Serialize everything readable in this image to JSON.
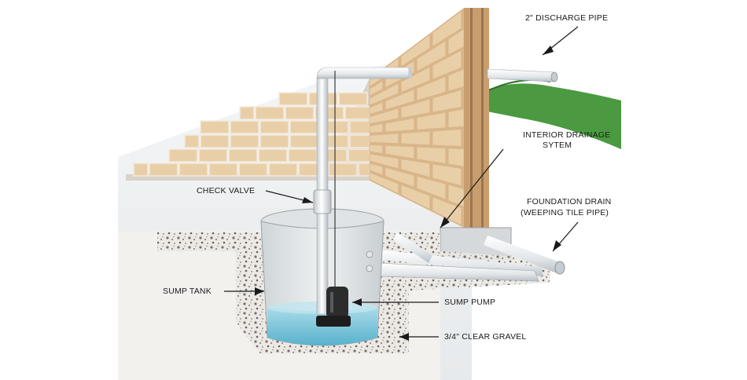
{
  "labels": {
    "discharge_pipe": "2\" DISCHARGE PIPE",
    "interior_drainage_line1": "INTERIOR DRAINAGE",
    "interior_drainage_line2": "SYTEM",
    "check_valve": "CHECK VALVE",
    "foundation_drain_line1": "FOUNDATION DRAIN",
    "foundation_drain_line2": "(WEEPING TILE PIPE)",
    "sump_tank": "SUMP TANK",
    "sump_pump": "SUMP PUMP",
    "clear_gravel": "3/4\" CLEAR GRAVEL"
  },
  "colors": {
    "brick_face": "#e9cfa8",
    "brick_side": "#d9b68a",
    "mortar": "#f3ebe0",
    "pipe": "#e8ecef",
    "water": "#7cc6dc",
    "grass": "#3f8f3a",
    "gravel": "#6d6760",
    "pump": "#2c2c2c"
  }
}
